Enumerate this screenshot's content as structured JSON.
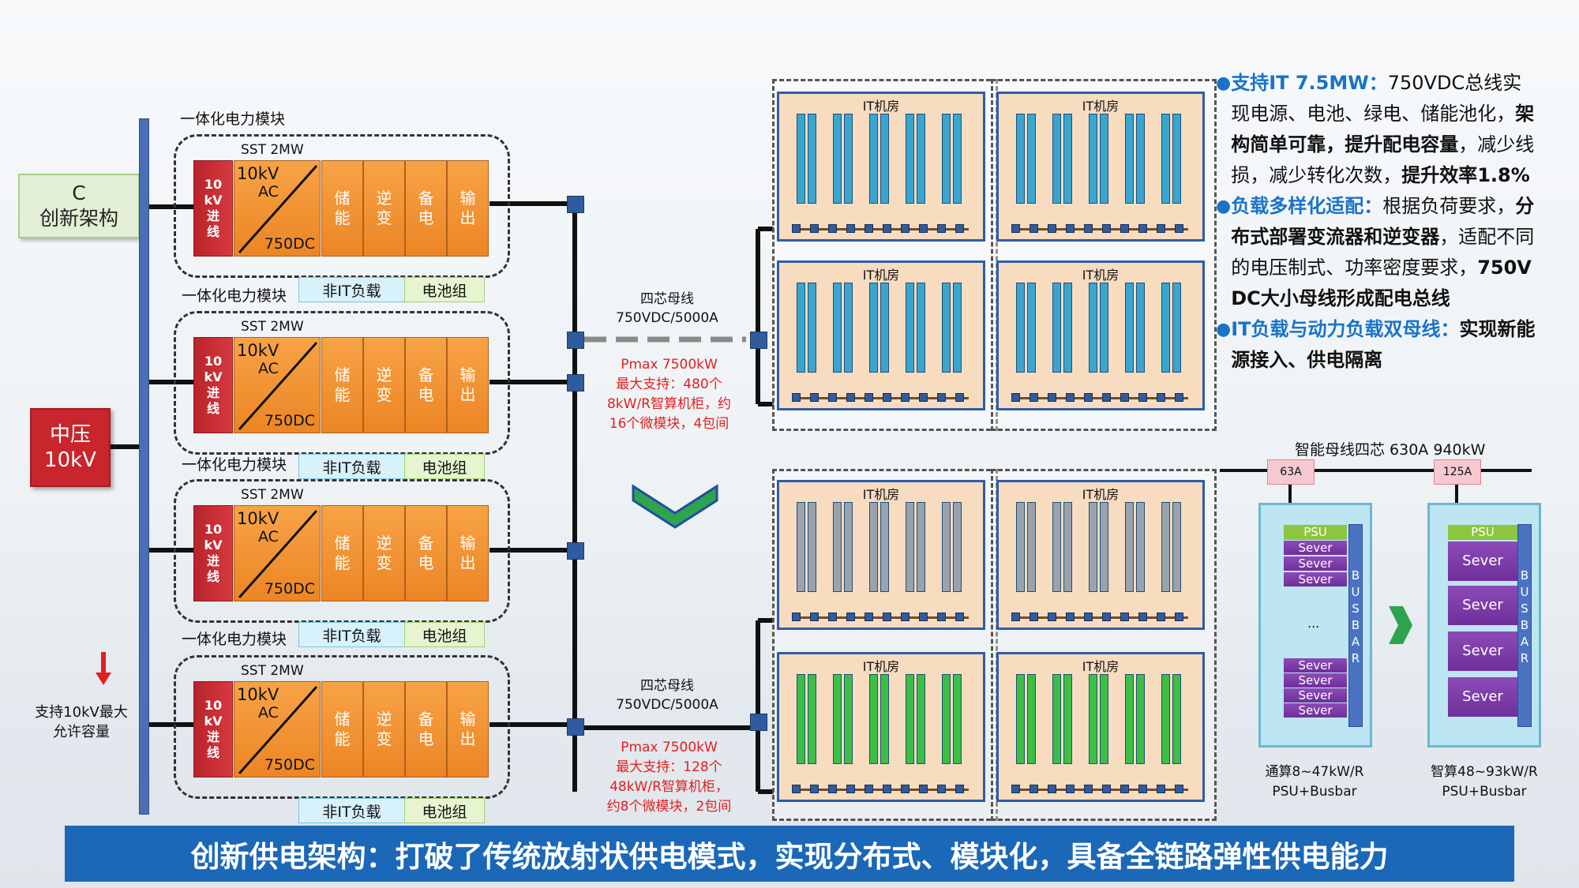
{
  "left": {
    "c_box": [
      "C",
      "创新架构"
    ],
    "mv_box": [
      "中压",
      "10kV"
    ],
    "support_note": "支持10kV最大允许容量"
  },
  "modules": [
    {
      "title": "一体化电力模块",
      "sst": "SST 2MW",
      "in_label": [
        "10",
        "kV",
        "进",
        "线"
      ],
      "conv": [
        "10kV",
        "AC",
        "750DC"
      ],
      "stages": [
        [
          "储",
          "能"
        ],
        [
          "逆",
          "变"
        ],
        [
          "备",
          "电"
        ],
        [
          "输",
          "出"
        ]
      ],
      "non_it": "非IT负载",
      "battery": "电池组"
    },
    {
      "title": "一体化电力模块",
      "sst": "SST 2MW",
      "in_label": [
        "10",
        "kV",
        "进",
        "线"
      ],
      "conv": [
        "10kV",
        "AC",
        "750DC"
      ],
      "stages": [
        [
          "储",
          "能"
        ],
        [
          "逆",
          "变"
        ],
        [
          "备",
          "电"
        ],
        [
          "输",
          "出"
        ]
      ],
      "non_it": "非IT负载",
      "battery": "电池组"
    },
    {
      "title": "一体化电力模块",
      "sst": "SST 2MW",
      "in_label": [
        "10",
        "kV",
        "进",
        "线"
      ],
      "conv": [
        "10kV",
        "AC",
        "750DC"
      ],
      "stages": [
        [
          "储",
          "能"
        ],
        [
          "逆",
          "变"
        ],
        [
          "备",
          "电"
        ],
        [
          "输",
          "出"
        ]
      ],
      "non_it": "非IT负载",
      "battery": "电池组"
    },
    {
      "title": "一体化电力模块",
      "sst": "SST 2MW",
      "in_label": [
        "10",
        "kV",
        "进",
        "线"
      ],
      "conv": [
        "10kV",
        "AC",
        "750DC"
      ],
      "stages": [
        [
          "储",
          "能"
        ],
        [
          "逆",
          "变"
        ],
        [
          "备",
          "电"
        ],
        [
          "输",
          "出"
        ]
      ],
      "non_it": "非IT负载",
      "battery": "电池组"
    }
  ],
  "bus_top": {
    "label": [
      "四芯母线",
      "750VDC/5000A"
    ],
    "note": [
      "Pmax 7500kW",
      "最大支持：480个",
      "8kW/R智算机柜，约",
      "16个微模块，4包间"
    ]
  },
  "bus_bottom": {
    "label": [
      "四芯母线",
      "750VDC/5000A"
    ],
    "note": [
      "Pmax 7500kW",
      "最大支持：128个",
      "48kW/R智算机柜，",
      "约8个微模块，2包间"
    ]
  },
  "rooms": {
    "label": "IT机房",
    "rack_colors": {
      "top": "#3aa6cf",
      "mid": "#9aa3ad",
      "bottom": "#3cbf45"
    }
  },
  "colors": {
    "accent": "#1a73c6",
    "footer": "#1c68b8",
    "chevron": "#2ea44f"
  },
  "bullets": [
    {
      "head": "支持IT 7.5MW：",
      "parts": [
        [
          "750VDC总线实现电源、电池、绿电、储能池化，",
          false
        ],
        [
          "架构简单可靠，提升配电容量",
          true
        ],
        [
          "，减少线损，减少转化次数，",
          false
        ],
        [
          "提升效率1.8%",
          true
        ]
      ]
    },
    {
      "head": "负载多样化适配：",
      "parts": [
        [
          "根据负荷要求，",
          false
        ],
        [
          "分布式部署变流器和逆变器",
          true
        ],
        [
          "，适配不同的电压制式、功率密度要求，",
          false
        ],
        [
          "750V DC大小母线形成配电总线",
          true
        ]
      ]
    },
    {
      "head": "IT负载与动力负载双母线：",
      "parts": [
        [
          "实现新能源接入、供电隔离",
          true
        ]
      ]
    }
  ],
  "smart_bus": {
    "title": "智能母线四芯 630A 940kW",
    "left_rate": "63A",
    "right_rate": "125A",
    "psu": "PSU",
    "left_severs_top": [
      "Sever",
      "Sever",
      "Sever"
    ],
    "ellipsis": "...",
    "left_severs_bottom": [
      "Sever",
      "Sever",
      "Sever",
      "Sever"
    ],
    "right_severs": [
      "Sever",
      "Sever",
      "Sever",
      "Sever"
    ],
    "busbar": [
      "B",
      "U",
      "S",
      "B",
      "A",
      "R"
    ],
    "left_caption": [
      "通算8~47kW/R",
      "PSU+Busbar"
    ],
    "right_caption": [
      "智算48~93kW/R",
      "PSU+Busbar"
    ]
  },
  "footer": "创新供电架构：打破了传统放射状供电模式，实现分布式、模块化，具备全链路弹性供电能力"
}
